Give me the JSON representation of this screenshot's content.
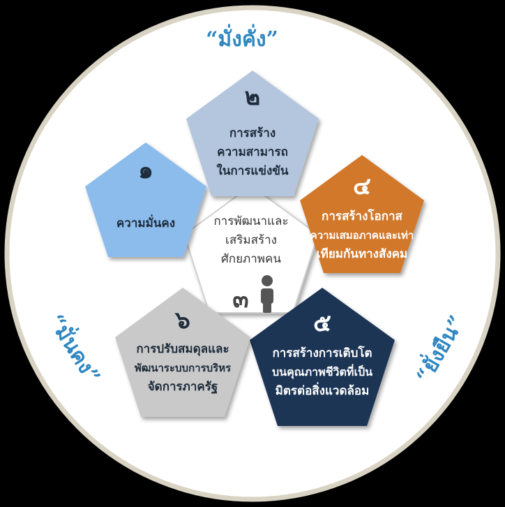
{
  "mottos": {
    "top": "“มั่งคั่ง”",
    "left": "“มั่นคง”",
    "right": "“ยั่งยืน”"
  },
  "center": {
    "lines": [
      "การพัฒนาและ",
      "เสริมสร้าง",
      "ศักยภาพคน"
    ],
    "number": "๓"
  },
  "strategies": [
    {
      "number": "๑",
      "lines": [
        "ความมั่นคง"
      ],
      "fill": "#8cbcec",
      "text_color": "#1d2b3a"
    },
    {
      "number": "๒",
      "lines": [
        "การสร้าง",
        "ความสามารถ",
        "ในการแข่งขัน"
      ],
      "fill": "#b3c6de",
      "text_color": "#1d2b3a"
    },
    {
      "number": "๔",
      "lines": [
        "การสร้างโอกาส",
        "ความเสมอภาคและเท่า",
        "เทียมกันทางสังคม"
      ],
      "fill": "#d2782c",
      "text_color": "#ffffff"
    },
    {
      "number": "๕",
      "lines": [
        "การสร้างการเติบโต",
        "บนคุณภาพชีวิตที่เป็น",
        "มิตรต่อสิ่งแวดล้อม"
      ],
      "fill": "#1e3554",
      "text_color": "#ffffff"
    },
    {
      "number": "๖",
      "lines": [
        "การปรับสมดุลและ",
        "พัฒนาระบบการบริหร",
        "จัดการภาครัฐ"
      ],
      "fill": "#c9c9c9",
      "text_color": "#1d2b3a"
    }
  ],
  "colors": {
    "motto": "#2e86c1",
    "ring": "#d9d3c4",
    "circle": "#ffffff"
  },
  "icon": "person-icon"
}
